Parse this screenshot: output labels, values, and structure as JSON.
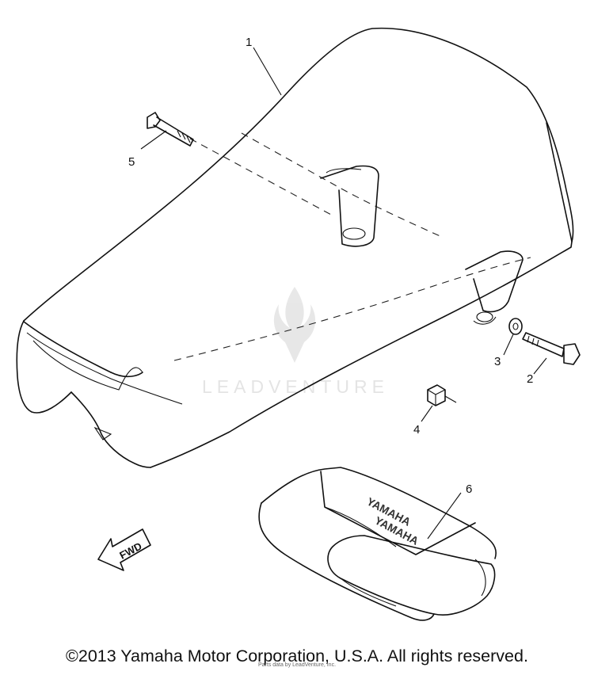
{
  "diagram": {
    "callouts": [
      {
        "label": "1",
        "part": "seat"
      },
      {
        "label": "2",
        "part": "bolt"
      },
      {
        "label": "3",
        "part": "washer"
      },
      {
        "label": "4",
        "part": "nut"
      },
      {
        "label": "5",
        "part": "bolt"
      },
      {
        "label": "6",
        "part": "seat cover"
      }
    ],
    "direction_label": "FWD",
    "brand_mark": "YAMAHA",
    "watermark": "LEADVENTURE"
  },
  "footer": {
    "copyright": "©2013 Yamaha Motor Corporation, U.S.A. All rights reserved.",
    "provider": "Parts data by LeadVenture, Inc."
  }
}
